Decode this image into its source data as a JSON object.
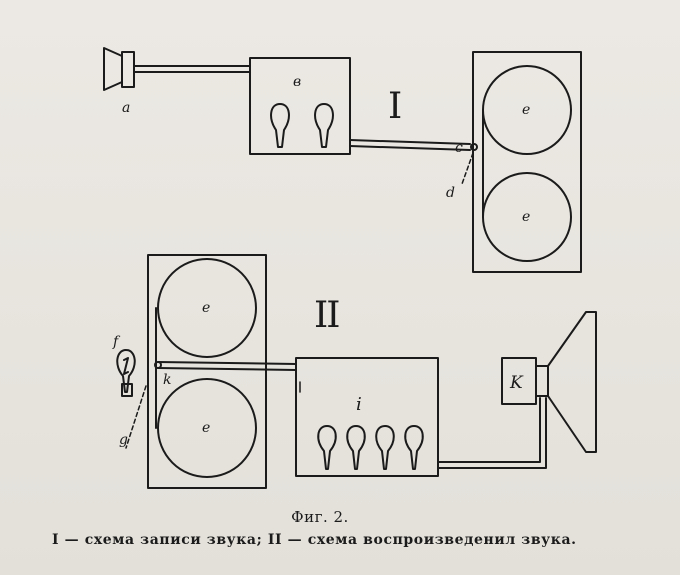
{
  "labels": {
    "a": "a",
    "b": "в",
    "c": "c",
    "d": "d",
    "e": "e",
    "f": "f",
    "g": "g",
    "k_lower": "k",
    "i": "i",
    "K": "K"
  },
  "roman": {
    "scheme1": "I",
    "scheme2": "II"
  },
  "caption": {
    "title": "Фиг. 2.",
    "text": "I — схема записи звука;  II — схема воспроизведенил звука."
  }
}
